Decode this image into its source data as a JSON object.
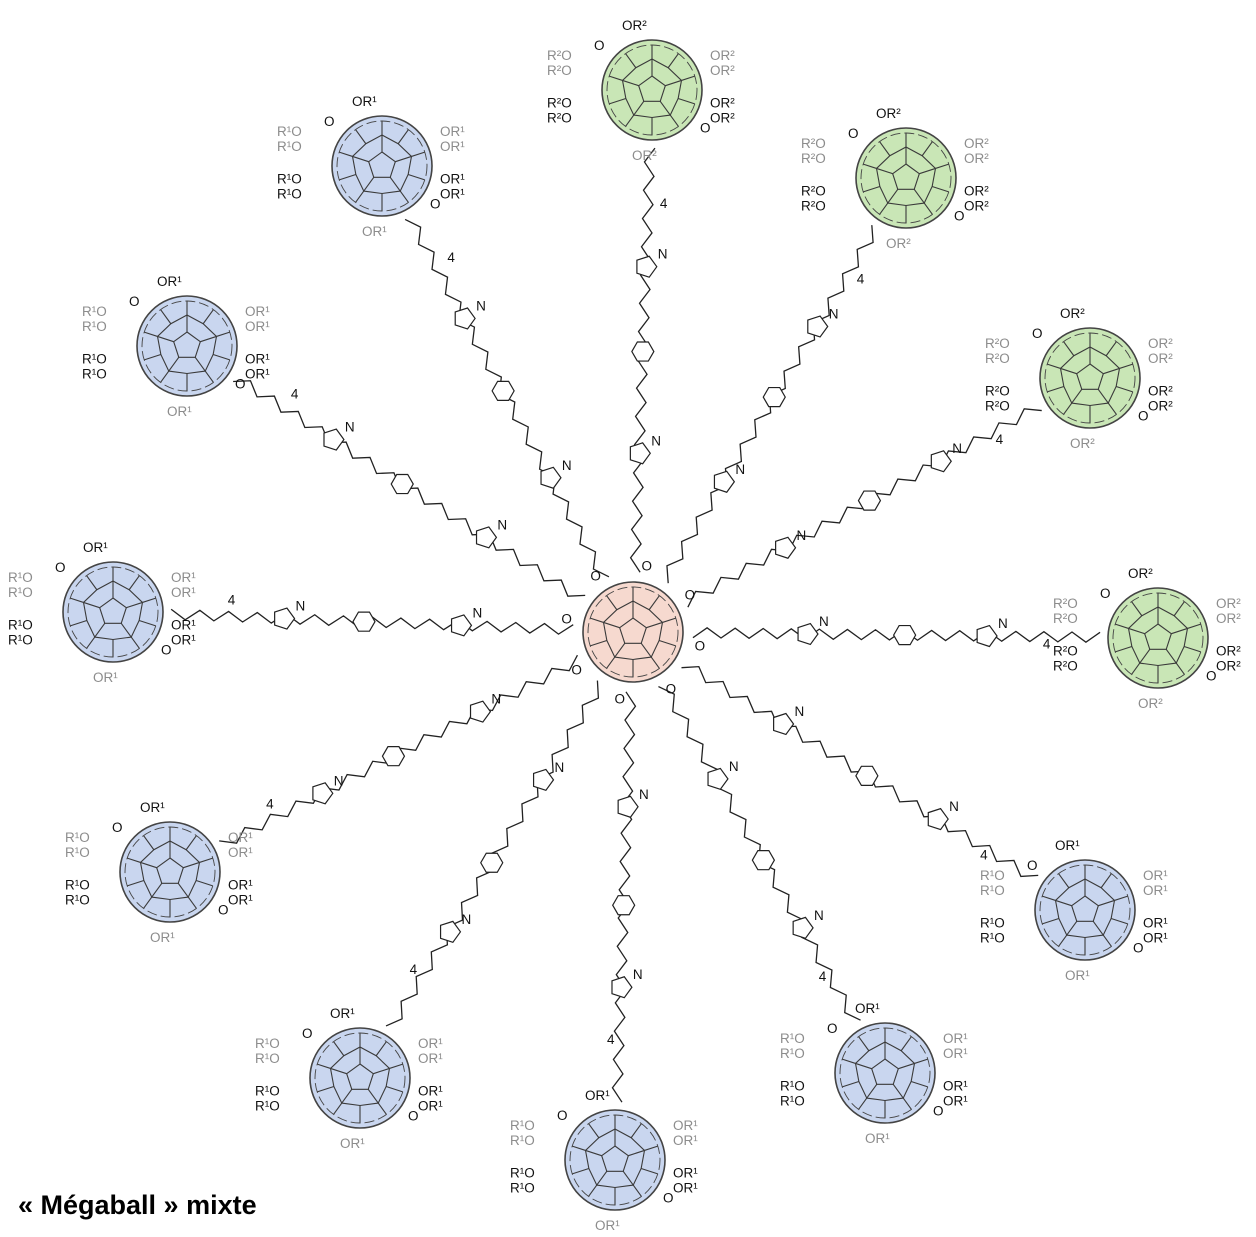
{
  "caption": "« Mégaball » mixte",
  "labels": {
    "r1": "R¹",
    "r2": "R²",
    "o": "O",
    "or1": "OR¹",
    "or2": "OR²",
    "r1o": "R¹O",
    "r2o": "R²O",
    "repeat": "4",
    "n": "N"
  },
  "colors": {
    "core_fill": "#f6d9cf",
    "r1_fill": "#c9d6ef",
    "r2_fill": "#c9e6b6",
    "cage_stroke": "#444444",
    "dark_label": "#111111",
    "grey_label": "#8c8c8c"
  },
  "core": {
    "type": "fullerene-core",
    "fill": "core"
  },
  "arms": [
    {
      "name": "arm-1",
      "peripheral": "R2"
    },
    {
      "name": "arm-2",
      "peripheral": "R2"
    },
    {
      "name": "arm-3",
      "peripheral": "R2"
    },
    {
      "name": "arm-4",
      "peripheral": "R2"
    },
    {
      "name": "arm-5",
      "peripheral": "R1"
    },
    {
      "name": "arm-6",
      "peripheral": "R1"
    },
    {
      "name": "arm-7",
      "peripheral": "R1"
    },
    {
      "name": "arm-8",
      "peripheral": "R1"
    },
    {
      "name": "arm-9",
      "peripheral": "R1"
    },
    {
      "name": "arm-10",
      "peripheral": "R1"
    },
    {
      "name": "arm-11",
      "peripheral": "R1"
    },
    {
      "name": "arm-12",
      "peripheral": "R1"
    }
  ]
}
